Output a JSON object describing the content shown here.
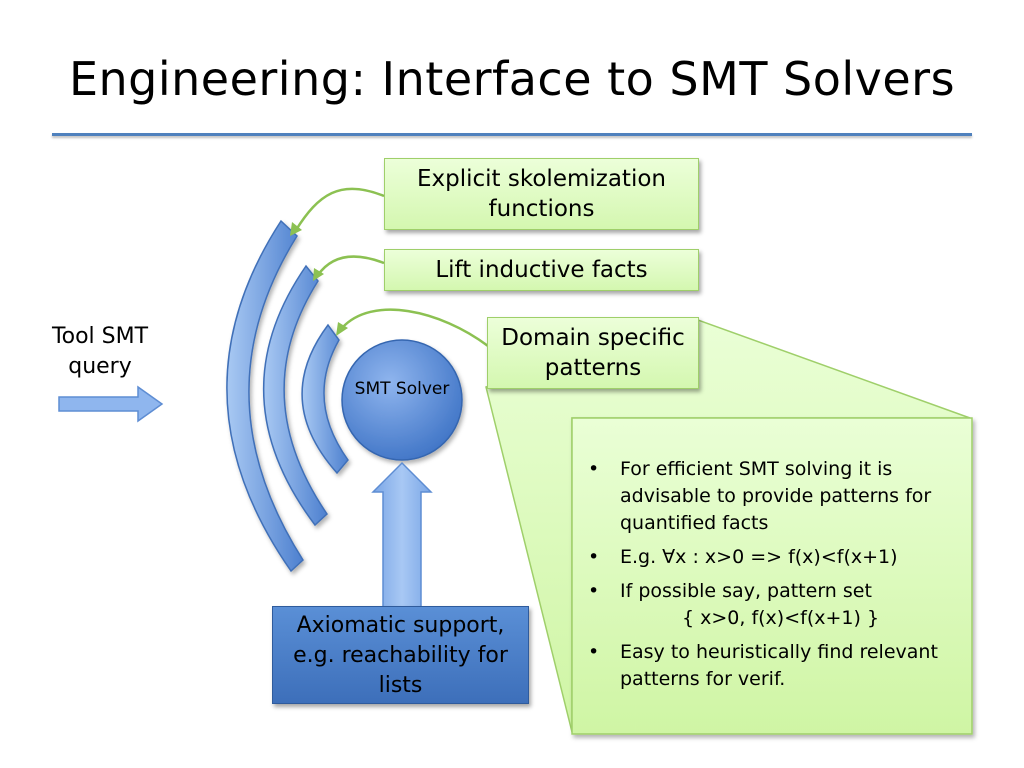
{
  "title": "Engineering: Interface to SMT Solvers",
  "boxes": {
    "skolem": "Explicit skolemization functions",
    "lift": "Lift inductive facts",
    "domain": "Domain specific patterns"
  },
  "tool_query": "Tool SMT query",
  "solver": "SMT Solver",
  "axiomatic": "Axiomatic support, e.g. reachability for lists",
  "callout": {
    "items": [
      "For efficient SMT solving it is advisable to provide patterns for quantified facts",
      "E.g. ∀x : x>0  =>  f(x)<f(x+1)",
      "If possible say, pattern set",
      "Easy to heuristically find relevant patterns for verif."
    ],
    "pattern_set": "{ x>0, f(x)<f(x+1) }",
    "bullet": "•"
  },
  "colors": {
    "accent": "#4f81bd",
    "arc_blue": "#5b8fd9",
    "green_box": "#d4f7b0",
    "green_border": "#9fcf6a",
    "connector_green": "#8cc152"
  }
}
